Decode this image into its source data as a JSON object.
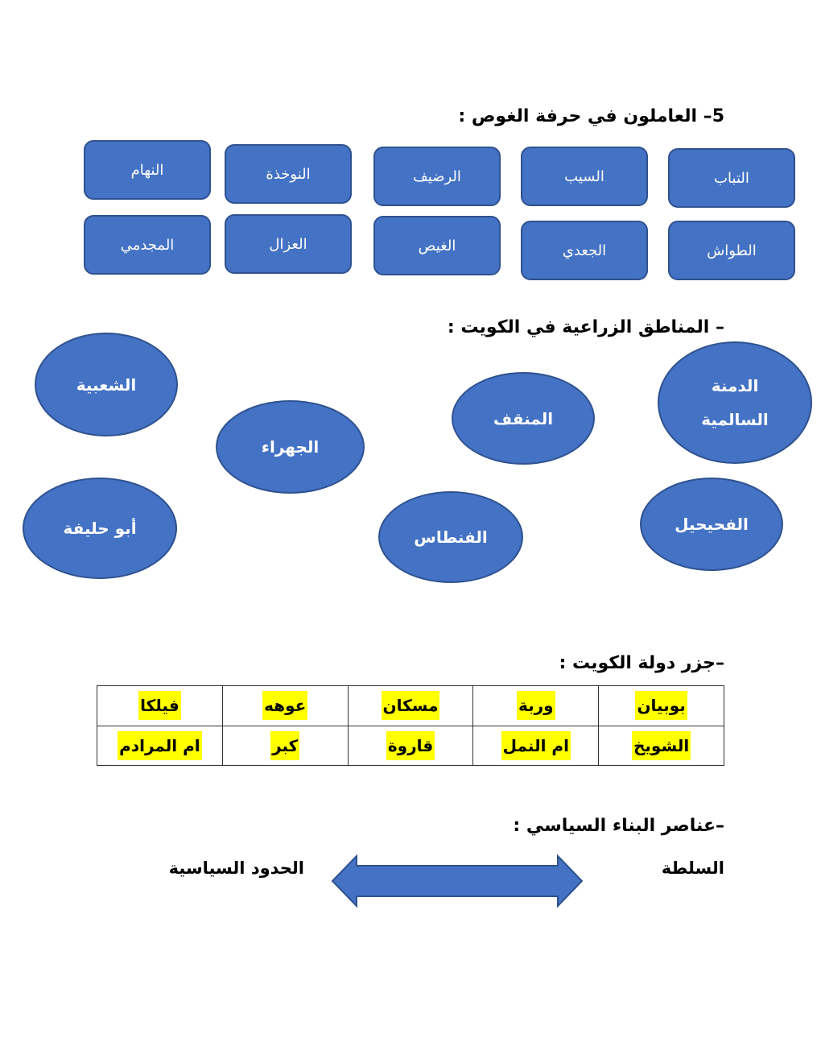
{
  "section1": {
    "title": "5– العاملون في حرفة الغوص :",
    "row1": [
      "التباب",
      "السيب",
      "الرضيف",
      "النوخذة",
      "النهام"
    ],
    "row2": [
      "الطواش",
      "الجعدي",
      "الغيص",
      "العزال",
      "المجدمي"
    ]
  },
  "section2": {
    "title": "– المناطق الزراعية في الكويت :",
    "areas": {
      "shuaiba": "الشعبية",
      "jahra": "الجهراء",
      "mangaf": "المنقف",
      "dimna": "الدمنة",
      "salmiya": "السالمية",
      "abu_halifa": "أبو حليفة",
      "fintas": "الفنطاس",
      "fahaheel": "الفحيحيل"
    }
  },
  "section3": {
    "title": "–جزر دولة الكويت :",
    "rows": [
      [
        "بوبيان",
        "وربة",
        "مسكان",
        "عوهه",
        "فيلكا"
      ],
      [
        "الشويخ",
        "ام النمل",
        "قاروة",
        "كبر",
        "ام المرادم"
      ]
    ]
  },
  "section4": {
    "title": "–عناصر البناء السياسي :",
    "left": "الحدود السياسية",
    "right": "السلطة"
  },
  "colors": {
    "shape_fill": "#4472c4",
    "shape_border": "#2f528f",
    "highlight": "#ffff00"
  }
}
